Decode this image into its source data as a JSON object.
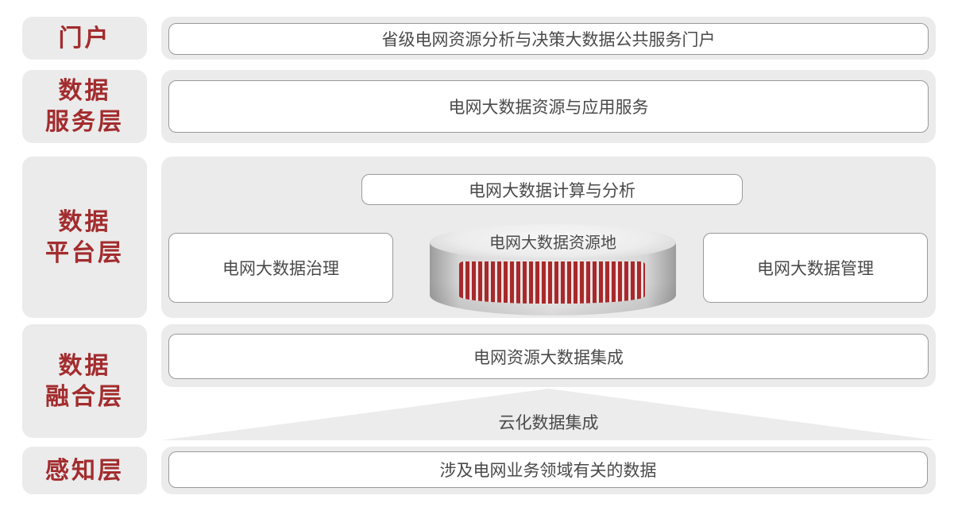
{
  "colors": {
    "accent_red": "#A32C2E",
    "stripe_red": "#A8292B",
    "container_gray": "#EBEBEB",
    "bar_border_gray": "#9A9A9A",
    "text_dark": "#4A4A4A",
    "background": "#FFFFFF"
  },
  "layers": {
    "portal": {
      "label": "门户",
      "bar": "省级电网资源分析与决策大数据公共服务门户"
    },
    "service": {
      "label_line1": "数据",
      "label_line2": "服务层",
      "bar": "电网大数据资源与应用服务"
    },
    "platform": {
      "label_line1": "数据",
      "label_line2": "平台层",
      "compute_bar": "电网大数据计算与分析",
      "governance_box": "电网大数据治理",
      "cylinder_label": "电网大数据资源地",
      "management_box": "电网大数据管理"
    },
    "fusion": {
      "label_line1": "数据",
      "label_line2": "融合层",
      "bar": "电网资源大数据集成",
      "triangle_label": "云化数据集成"
    },
    "perception": {
      "label": "感知层",
      "bar": "涉及电网业务领域有关的数据"
    }
  }
}
